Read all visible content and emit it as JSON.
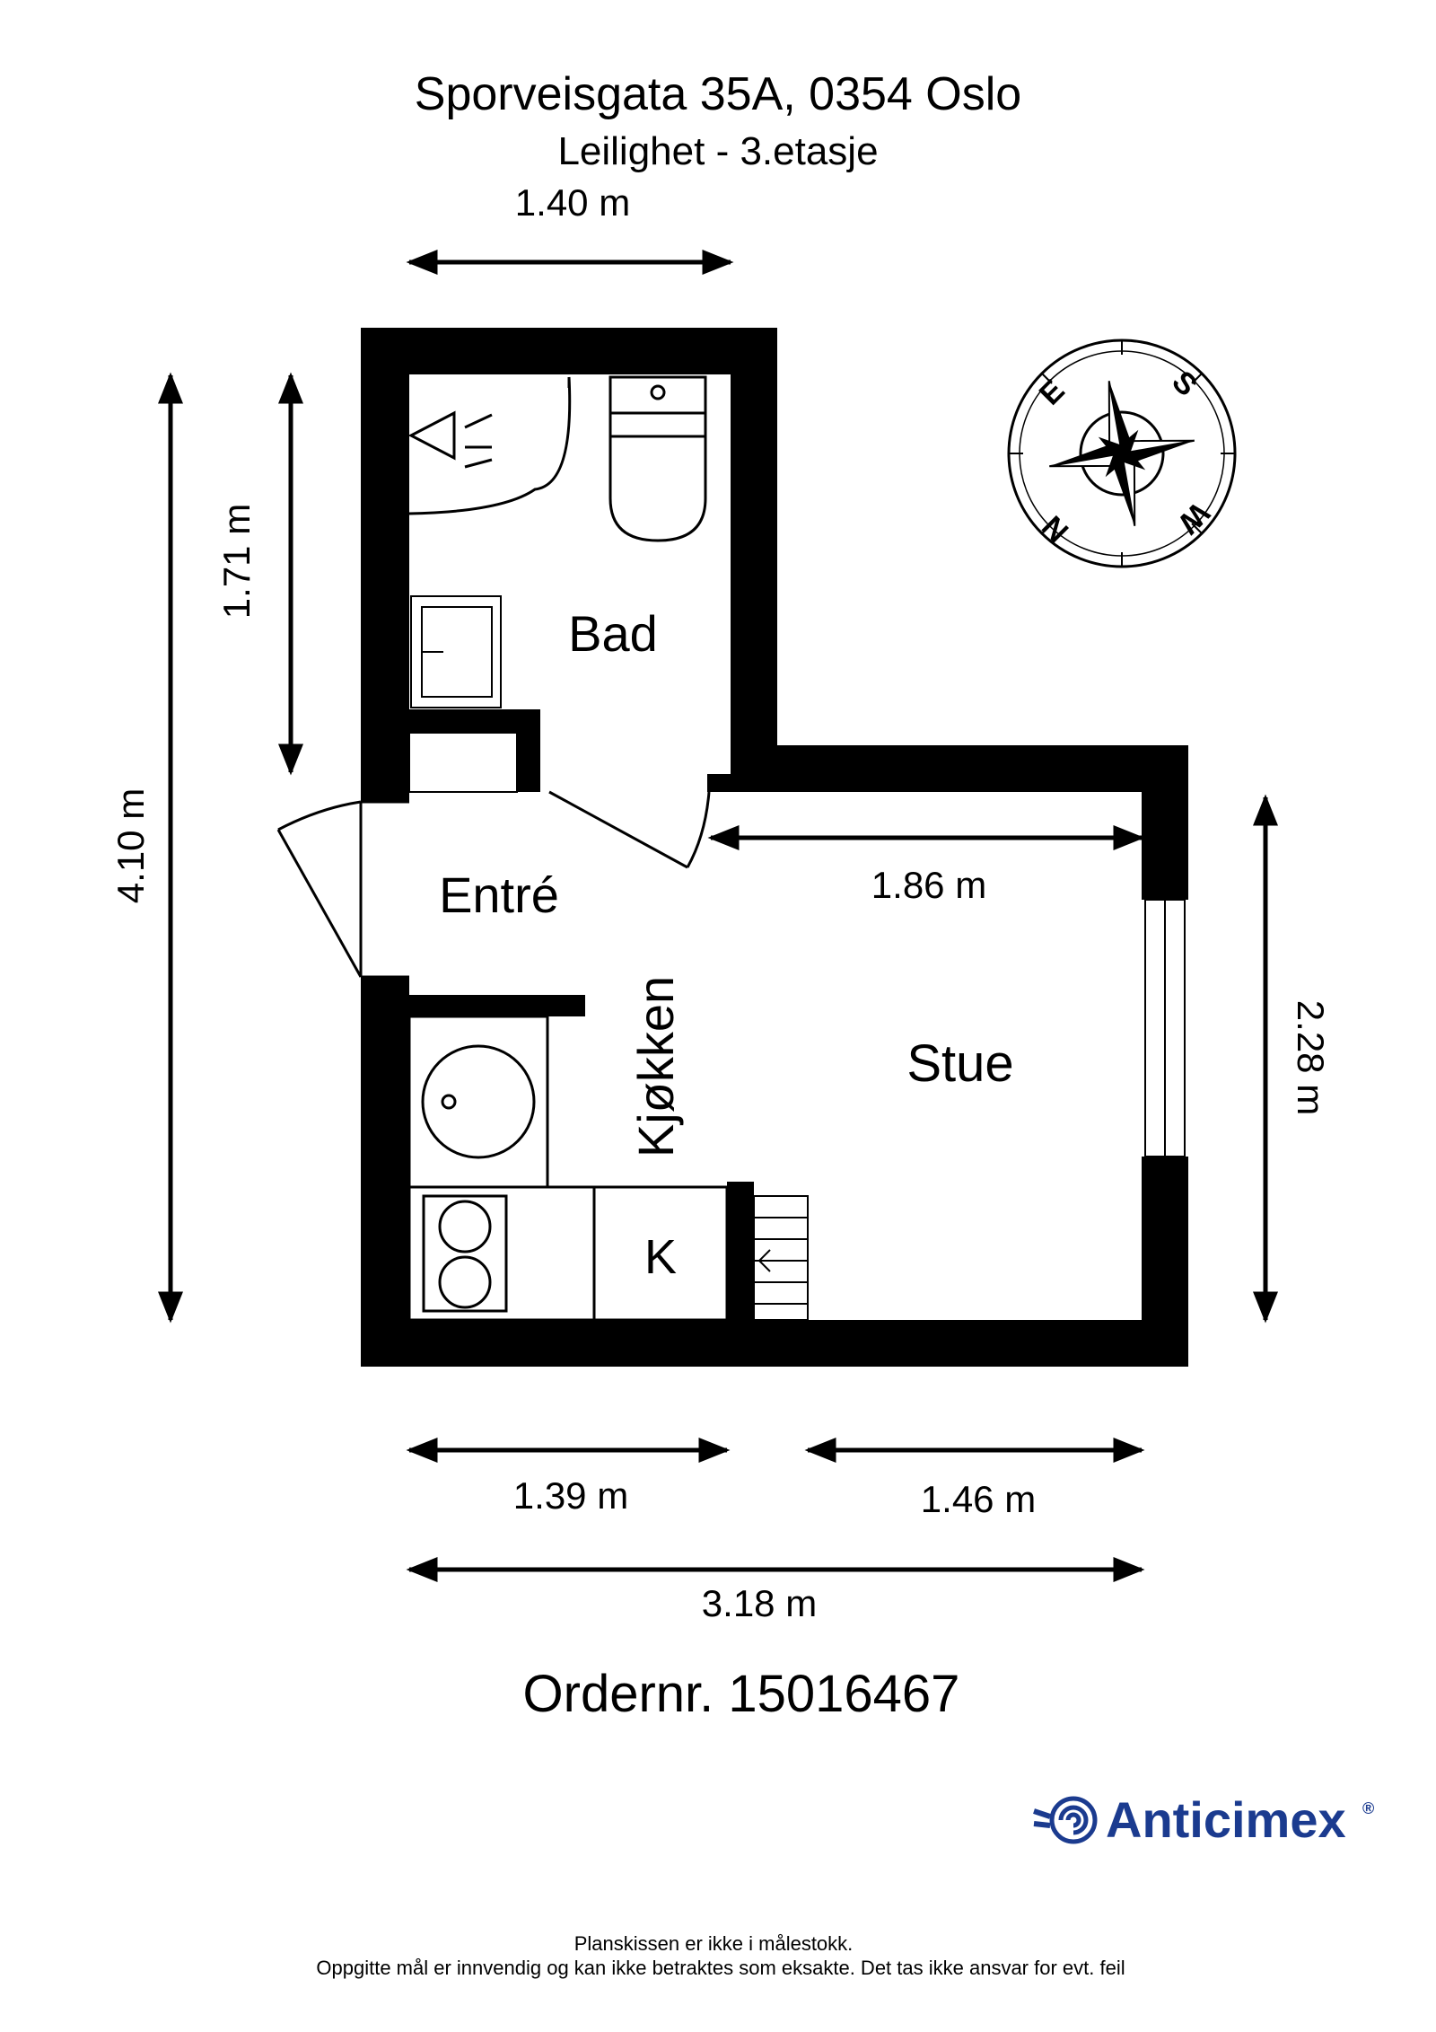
{
  "header": {
    "address": "Sporveisgata 35A, 0354 Oslo",
    "unit": "Leilighet - 3.etasje"
  },
  "rooms": {
    "bad": "Bad",
    "entre": "Entré",
    "kjokken": "Kjøkken",
    "stue": "Stue",
    "k": "K"
  },
  "dimensions": {
    "top_width": "1.40 m",
    "bath_height": "1.71 m",
    "total_height": "4.10 m",
    "stue_inner_width": "1.86 m",
    "stue_height": "2.28 m",
    "bottom_left": "1.39 m",
    "bottom_right": "1.46 m",
    "total_width": "3.18 m"
  },
  "compass": {
    "n": "N",
    "e": "E",
    "s": "S",
    "w": "W"
  },
  "order": "Ordernr. 15016467",
  "brand": {
    "name": "Anticimex",
    "mark": "®",
    "color": "#1b3b8f"
  },
  "footer": {
    "line1": "Planskissen er ikke i målestokk.",
    "line2": "Oppgitte mål er innvendig og kan ikke betraktes som eksakte. Det tas ikke ansvar for evt. feil"
  }
}
